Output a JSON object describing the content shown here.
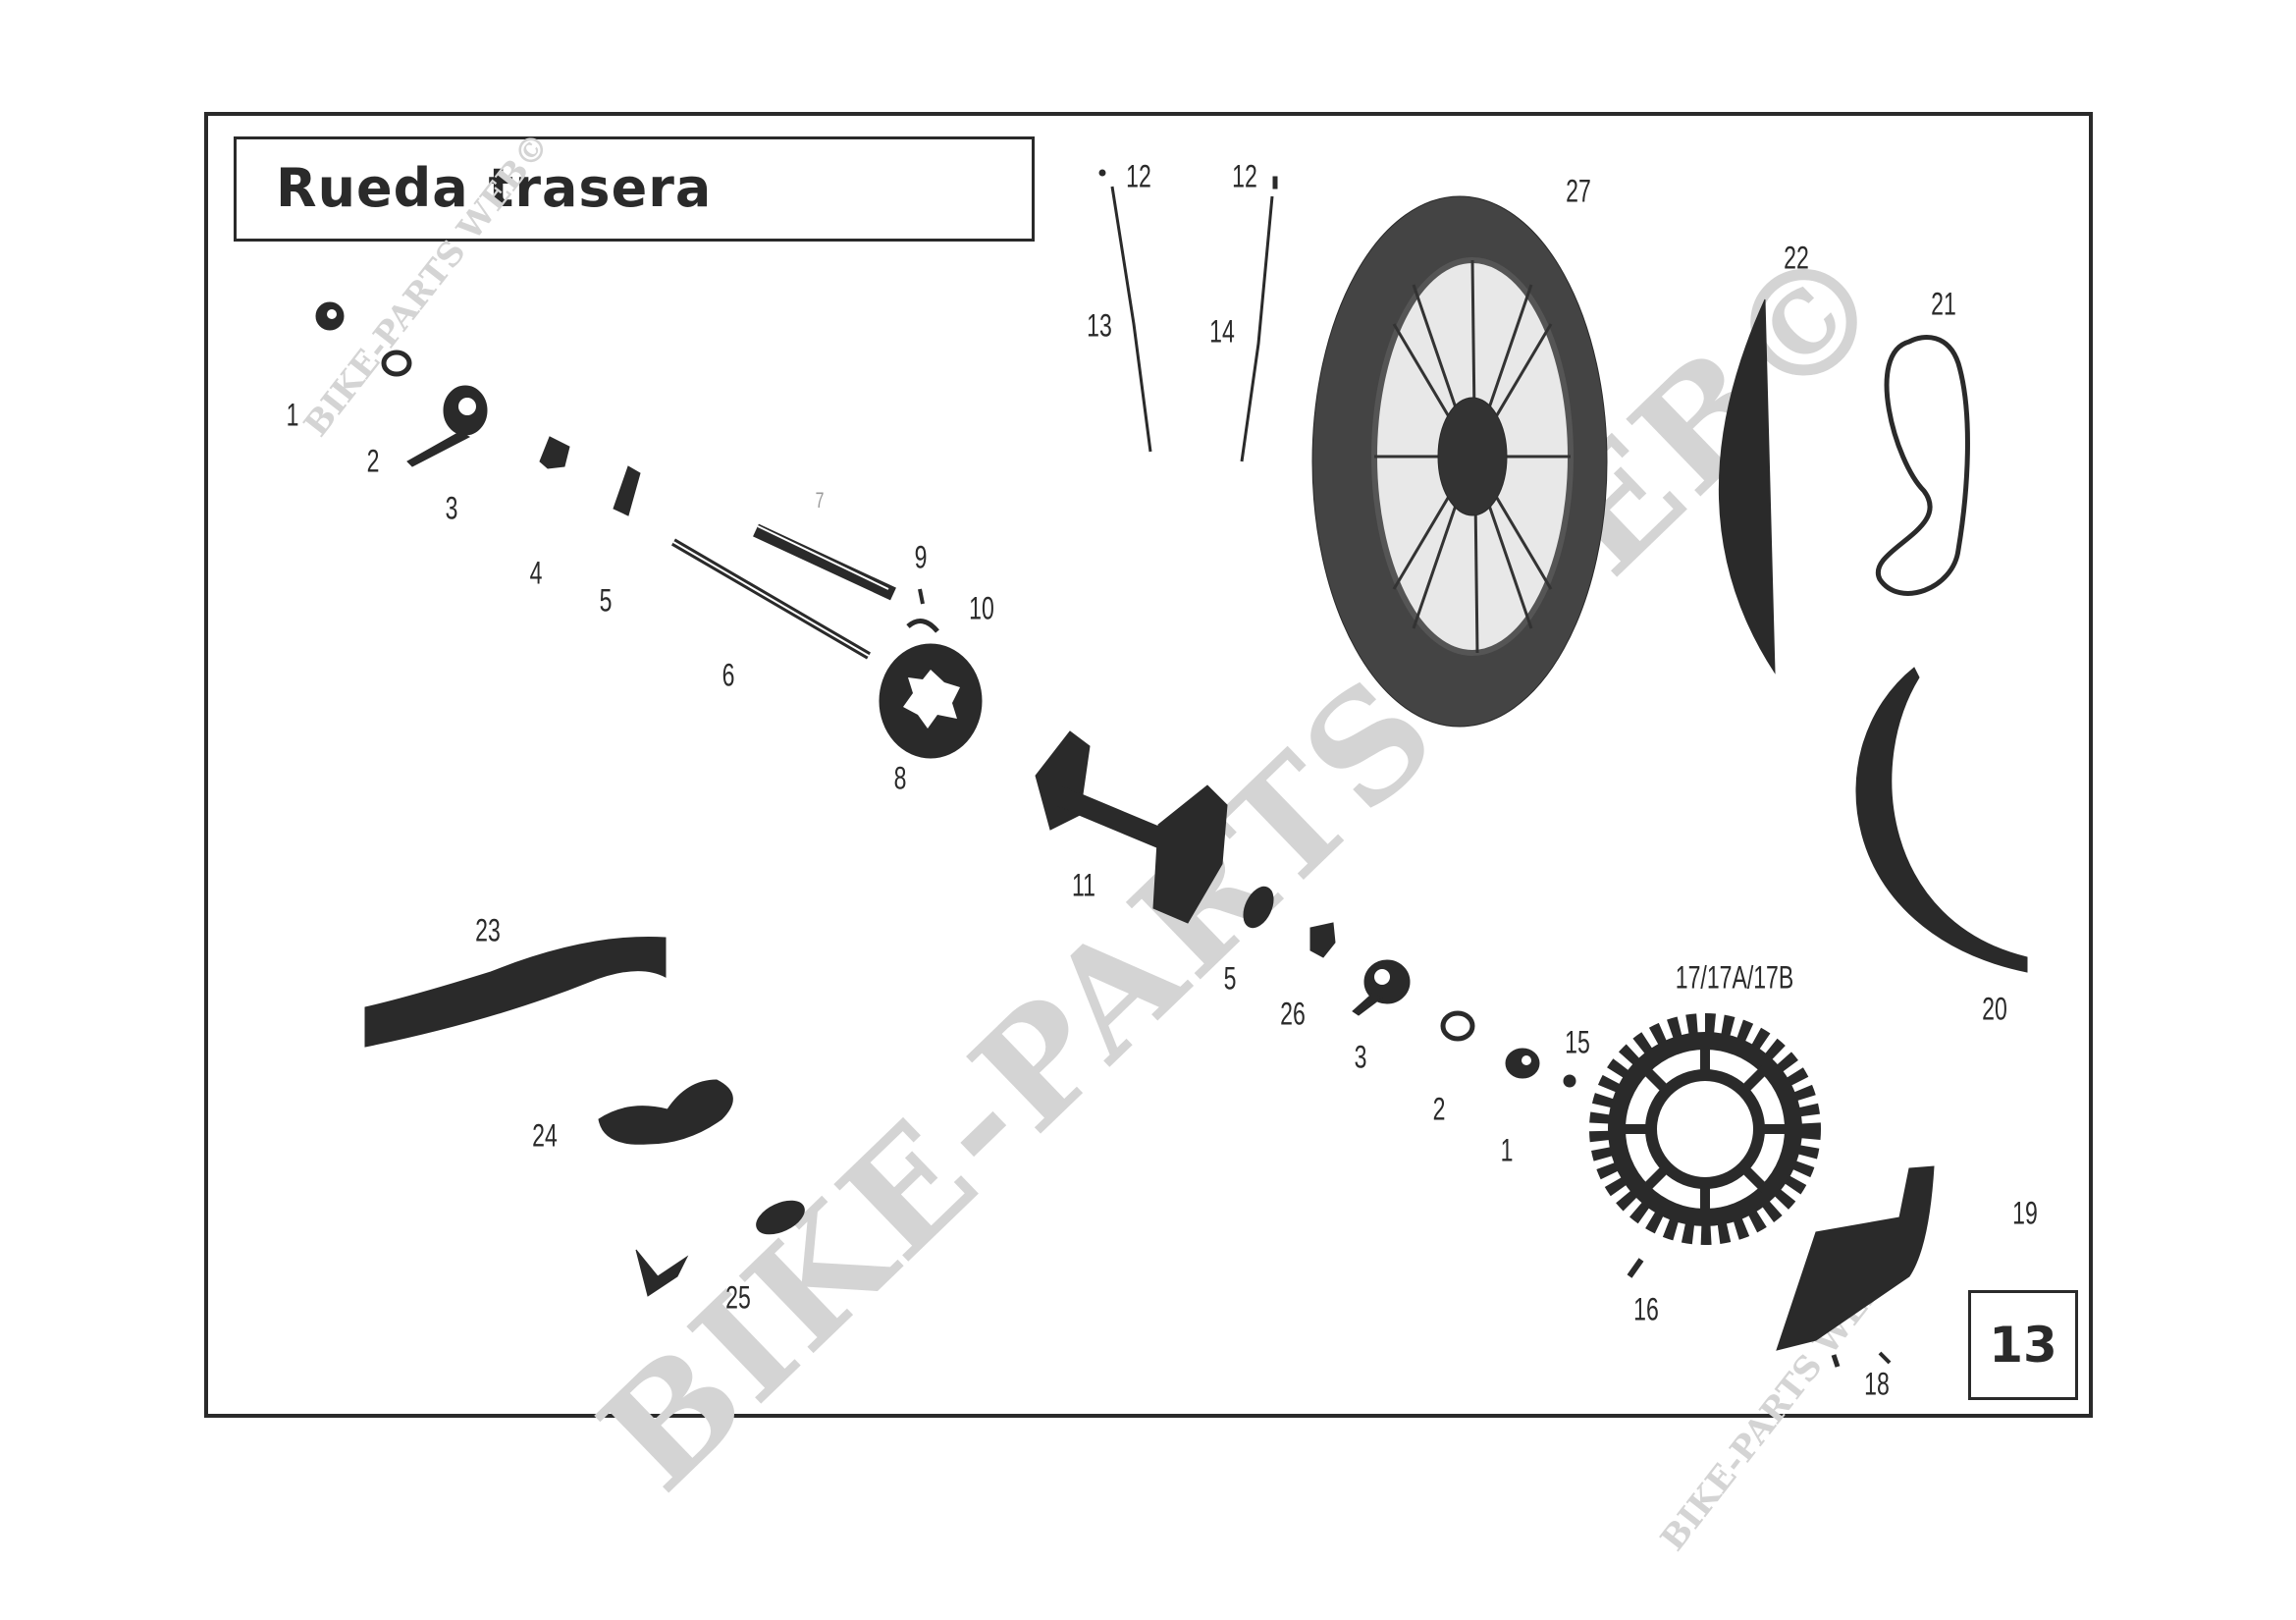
{
  "title": "Rueda trasera",
  "page_number": "13",
  "watermarks": {
    "main": "BIKE-PARTS-WEB©",
    "small_top_left": "BIKE-PARTS WEB©",
    "small_bottom_right": "BIKE-PARTS WEB©"
  },
  "callouts": [
    {
      "id": "1",
      "label": "1",
      "part": "nut"
    },
    {
      "id": "2",
      "label": "2",
      "part": "washer"
    },
    {
      "id": "3",
      "label": "3",
      "part": "chain-adjuster"
    },
    {
      "id": "4",
      "label": "4",
      "part": "spacer"
    },
    {
      "id": "5",
      "label": "5",
      "part": "bearing"
    },
    {
      "id": "6",
      "label": "6",
      "part": "axle"
    },
    {
      "id": "7",
      "label": "7",
      "part": "spacer-tube"
    },
    {
      "id": "8",
      "label": "8",
      "part": "brake-disc"
    },
    {
      "id": "9",
      "label": "9",
      "part": "bolt"
    },
    {
      "id": "10",
      "label": "10",
      "part": "lock-plate"
    },
    {
      "id": "11",
      "label": "11",
      "part": "hub"
    },
    {
      "id": "12a",
      "label": "12",
      "part": "spoke-nipple"
    },
    {
      "id": "12b",
      "label": "12",
      "part": "spoke-nipple"
    },
    {
      "id": "13",
      "label": "13",
      "part": "spoke"
    },
    {
      "id": "14",
      "label": "14",
      "part": "spoke"
    },
    {
      "id": "15",
      "label": "15",
      "part": "nut"
    },
    {
      "id": "16",
      "label": "16",
      "part": "bolt"
    },
    {
      "id": "17",
      "label": "17/17A/17B",
      "part": "sprocket"
    },
    {
      "id": "18",
      "label": "18",
      "part": "screw"
    },
    {
      "id": "19",
      "label": "19",
      "part": "sprocket-guard"
    },
    {
      "id": "20",
      "label": "20",
      "part": "rim"
    },
    {
      "id": "21",
      "label": "21",
      "part": "rim-band"
    },
    {
      "id": "22",
      "label": "22",
      "part": "tyre"
    },
    {
      "id": "23",
      "label": "23",
      "part": "chain"
    },
    {
      "id": "24",
      "label": "24",
      "part": "chain-link"
    },
    {
      "id": "25",
      "label": "25",
      "part": "master-link"
    },
    {
      "id": "26",
      "label": "26",
      "part": "spacer"
    },
    {
      "id": "27",
      "label": "27",
      "part": "complete-wheel"
    },
    {
      "id": "1b",
      "label": "1",
      "part": "nut"
    },
    {
      "id": "2b",
      "label": "2",
      "part": "washer"
    },
    {
      "id": "3b",
      "label": "3",
      "part": "chain-adjuster"
    },
    {
      "id": "5b",
      "label": "5",
      "part": "bearing"
    }
  ]
}
